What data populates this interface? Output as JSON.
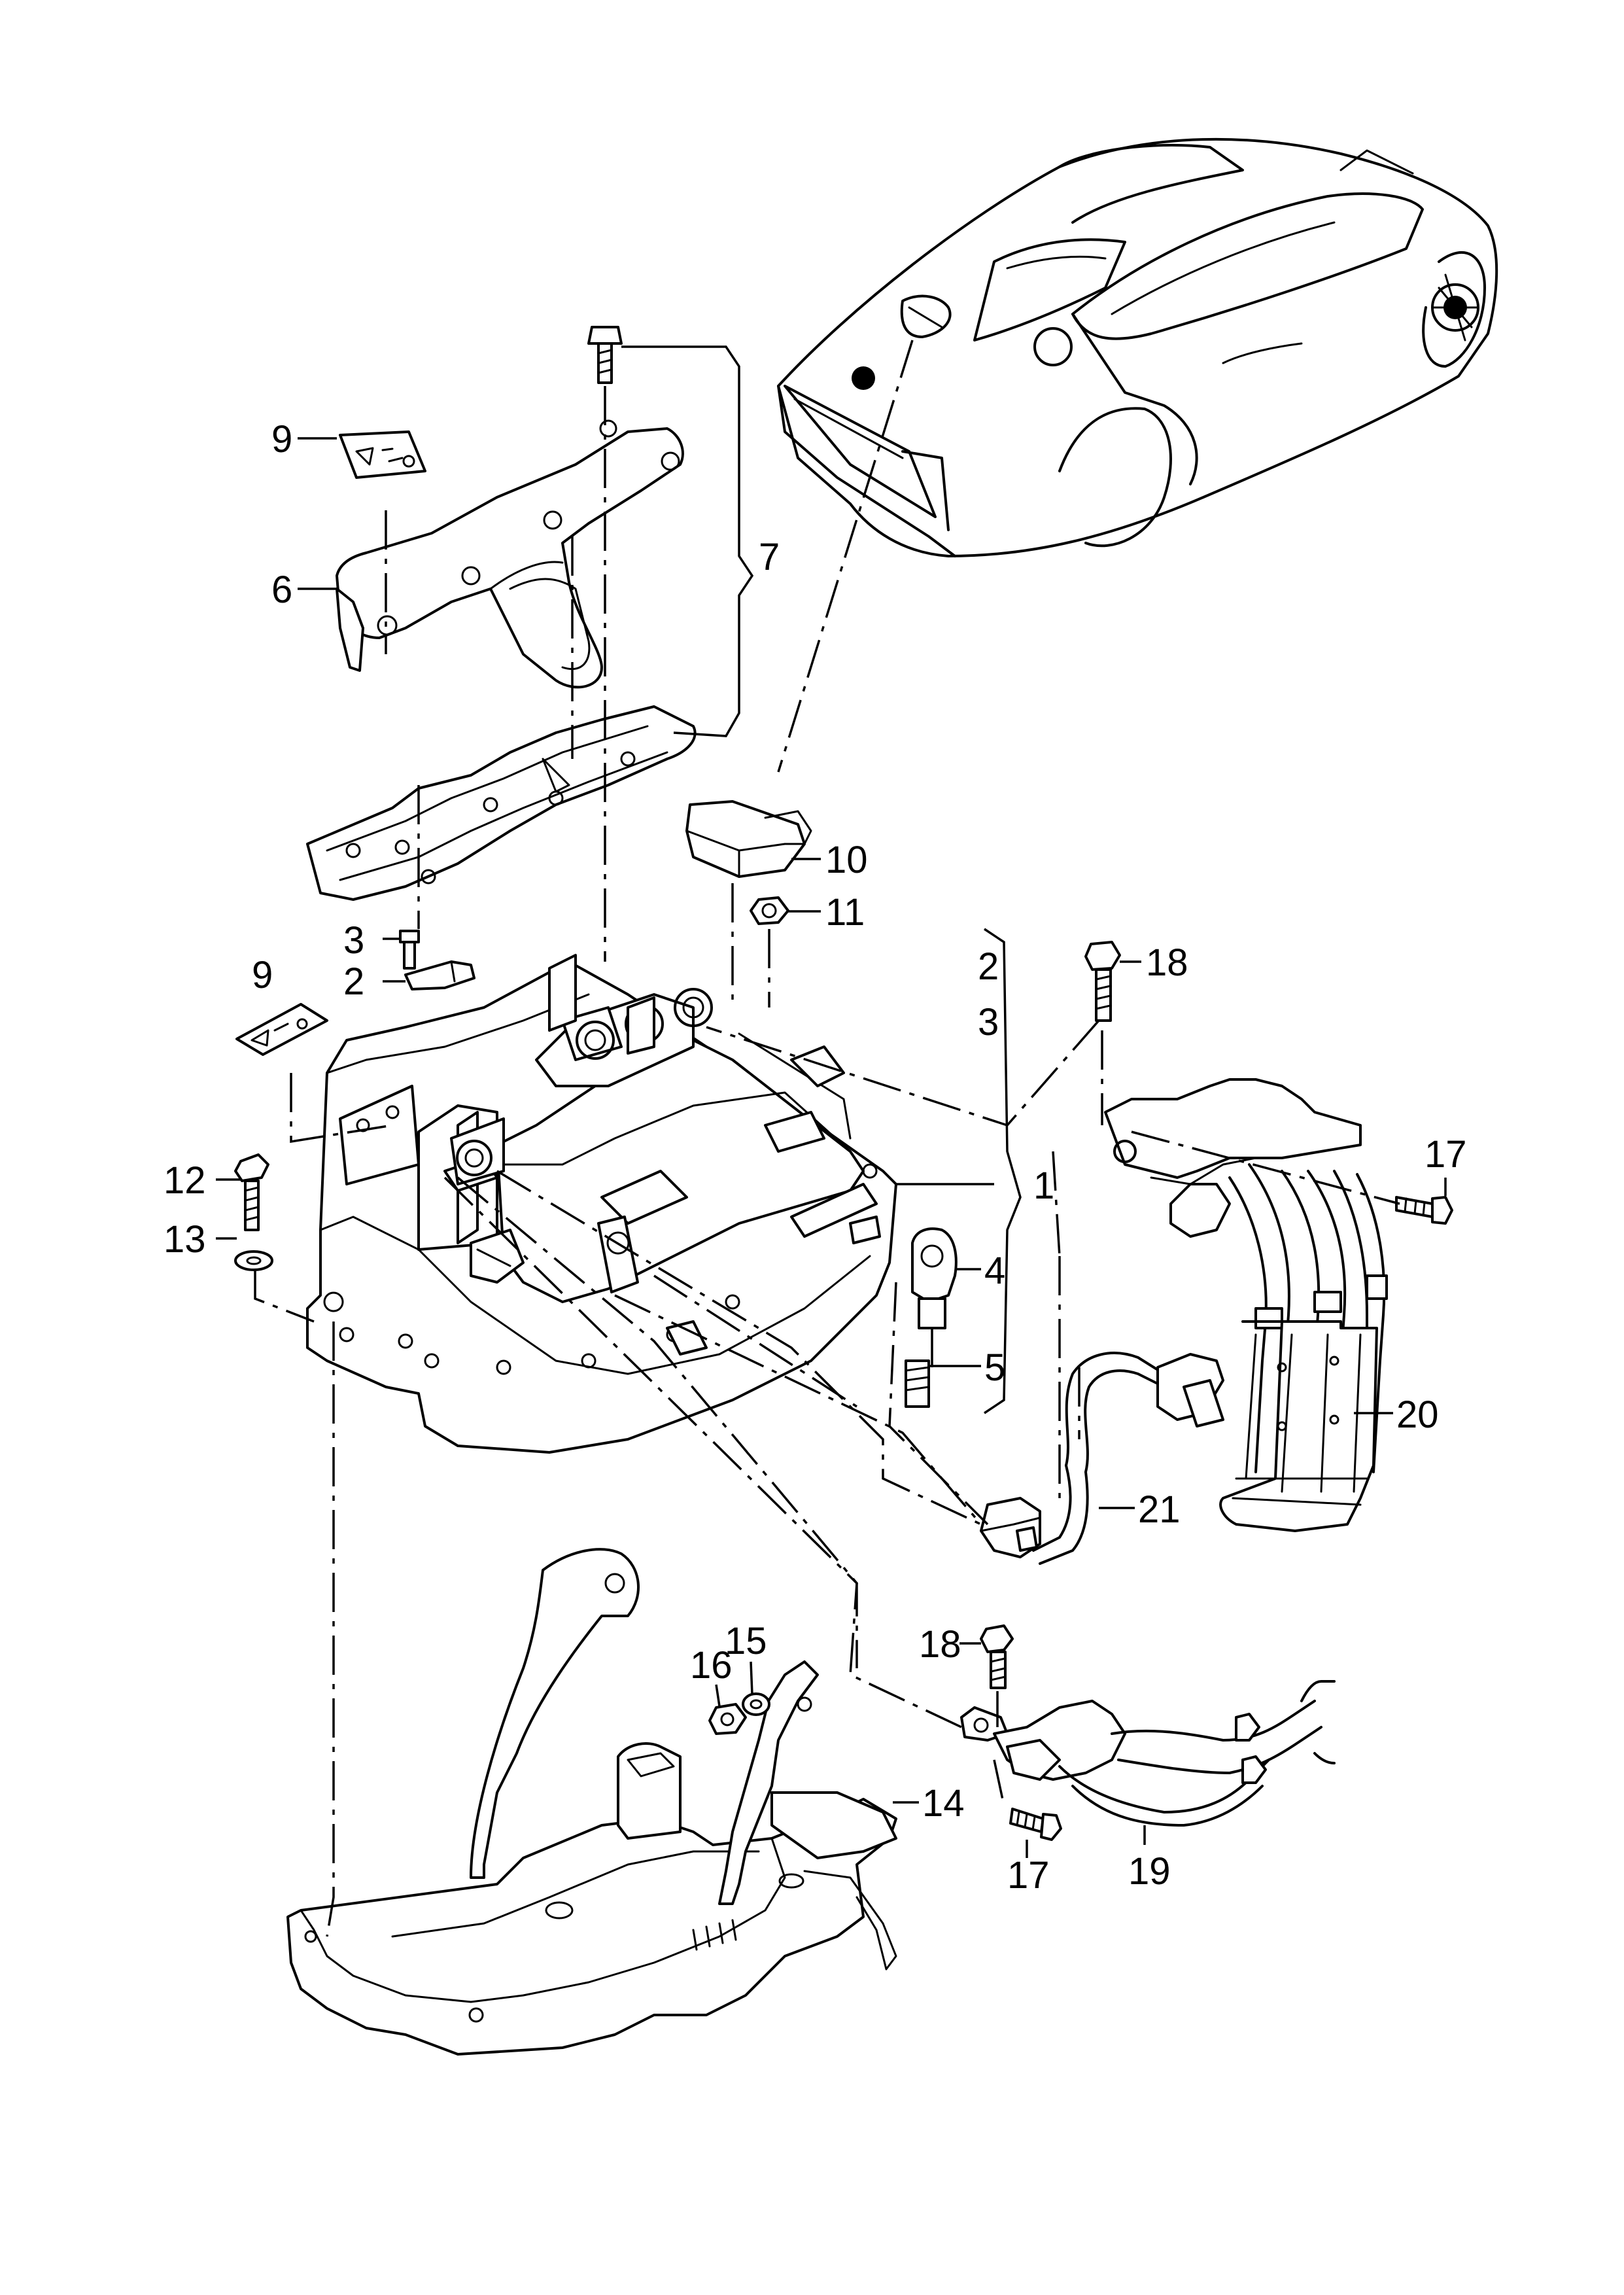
{
  "callouts": {
    "c1": "1",
    "c2a": "2",
    "c2b": "2",
    "c3a": "3",
    "c3b": "3",
    "c4": "4",
    "c5": "5",
    "c6": "6",
    "c7": "7",
    "c9a": "9",
    "c9b": "9",
    "c10": "10",
    "c11": "11",
    "c12": "12",
    "c13": "13",
    "c14": "14",
    "c15": "15",
    "c16": "16",
    "c17a": "17",
    "c17b": "17",
    "c18a": "18",
    "c18b": "18",
    "c19": "19",
    "c20": "20",
    "c21": "21"
  }
}
